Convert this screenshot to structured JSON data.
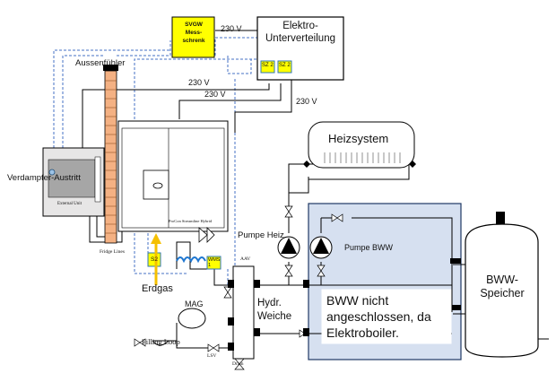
{
  "meter_cabinet": {
    "line1": "SVGW",
    "line2": "Mess-",
    "line3": "schrenk"
  },
  "distribution_board": {
    "line1": "Elektro-",
    "line2": "Unterverteilung"
  },
  "fuse_labels": {
    "sz2_a": "SZ 2",
    "sz2_b": "SZ 2",
    "sz2_main": "S2",
    "wms": "WMS 1"
  },
  "voltage_labels": {
    "v1": "230 V",
    "v2": "230 V",
    "v3": "230 V",
    "v4": "230 V"
  },
  "outdoor_sensor_label": "Aussenfühler",
  "evaporator_label": "Verdampfer-Austritt",
  "external_unit_label": "External Unit",
  "boiler_label": "ProCon Streamline Hybrid",
  "fridge_lines_label": "Fridge Lines",
  "gas_label": "Erdgas",
  "heating_system_label": "Heizsystem",
  "pump_heating_label": "Pumpe Heiz.",
  "pump_dhw_label": "Pumpe BWW",
  "aav_label": "AAV",
  "hydraulic_switch": {
    "line1": "Hydr.",
    "line2": "Weiche"
  },
  "note": {
    "line1": "BWW nicht",
    "line2": "angeschlossen, da",
    "line3": "Elektroboiler."
  },
  "storage_tank": {
    "line1": "BWW-",
    "line2": "Speicher"
  },
  "mag_label": "MAG",
  "filling_loop_label": "Filling Loop",
  "lsv_label": "LSV",
  "drain_label": "Drain",
  "colors": {
    "pipe": "#000000",
    "signal": "#4472c4",
    "cabinet_fill": "#ffff00",
    "fuse_fill": "#ffff00",
    "fuse_border": "#2e75b6",
    "zone_fill": "#d6e0f0",
    "flame": "#f5c000",
    "gas_coil": "#1f77d0"
  }
}
